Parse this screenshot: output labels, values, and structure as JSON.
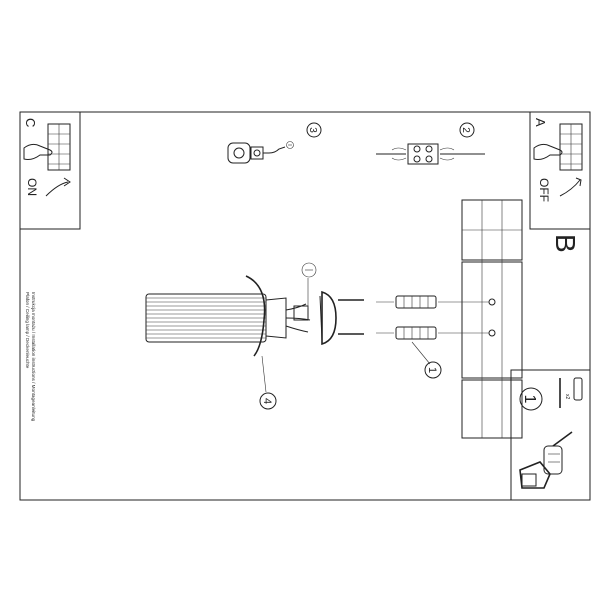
{
  "panels": {
    "a": {
      "letter": "A",
      "switch_text": "OFF"
    },
    "c": {
      "letter": "C",
      "switch_text": "ON"
    },
    "b": {
      "letter": "B"
    }
  },
  "steps": {
    "one": "1",
    "two": "2",
    "three": "3",
    "four": "4",
    "step1_panel": "1",
    "quantity": "x2"
  },
  "caption": {
    "line1": "Instrukcja montażu / Installation instructions / Montageanleitung",
    "line2": "Plafon / Ceiling lamp / Deckenleuchte"
  },
  "colors": {
    "line": "#222222",
    "background": "#ffffff"
  }
}
